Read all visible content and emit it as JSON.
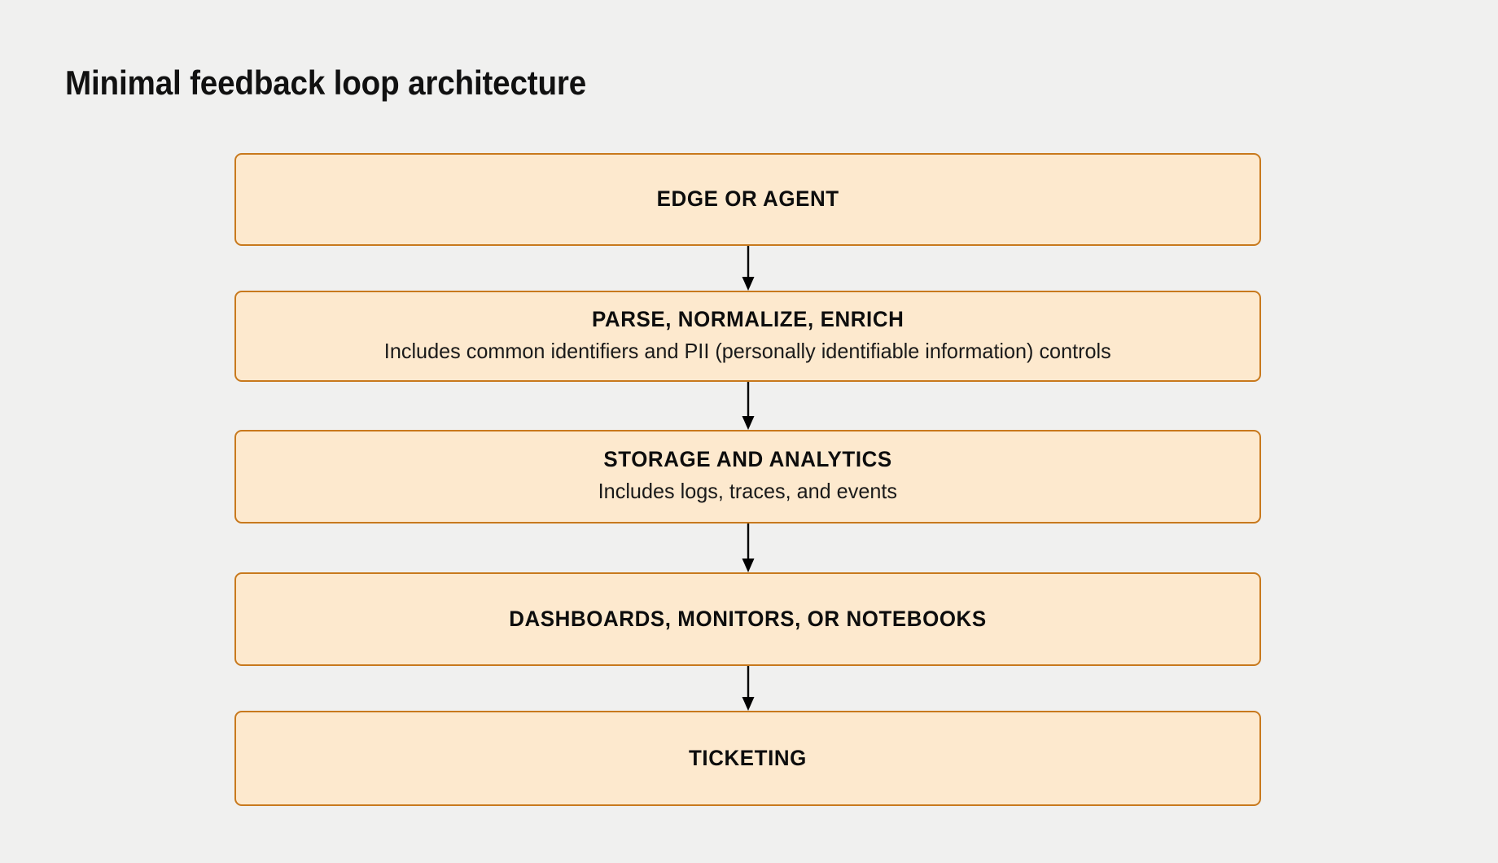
{
  "page": {
    "title": "Minimal feedback loop architecture",
    "background_color": "#f0f0ef"
  },
  "theme": {
    "node_fill": "#fde9ce",
    "node_border": "#c8791d",
    "text_color": "#111111",
    "arrow_color": "#000000"
  },
  "diagram": {
    "type": "flowchart",
    "direction": "top-to-bottom",
    "nodes": [
      {
        "id": "edge-or-agent",
        "title": "EDGE OR AGENT",
        "subtitle": ""
      },
      {
        "id": "parse-normalize-enrich",
        "title": "PARSE, NORMALIZE, ENRICH",
        "subtitle": "Includes common identifiers and PII (personally identifiable information) controls"
      },
      {
        "id": "storage-and-analytics",
        "title": "STORAGE AND ANALYTICS",
        "subtitle": "Includes logs, traces, and events"
      },
      {
        "id": "dashboards-monitors-notebooks",
        "title": "DASHBOARDS, MONITORS, OR NOTEBOOKS",
        "subtitle": ""
      },
      {
        "id": "ticketing",
        "title": "TICKETING",
        "subtitle": ""
      }
    ],
    "edges": [
      {
        "from": "edge-or-agent",
        "to": "parse-normalize-enrich",
        "style": "arrow-down"
      },
      {
        "from": "parse-normalize-enrich",
        "to": "storage-and-analytics",
        "style": "arrow-down"
      },
      {
        "from": "storage-and-analytics",
        "to": "dashboards-monitors-notebooks",
        "style": "arrow-down"
      },
      {
        "from": "dashboards-monitors-notebooks",
        "to": "ticketing",
        "style": "arrow-down"
      }
    ]
  }
}
